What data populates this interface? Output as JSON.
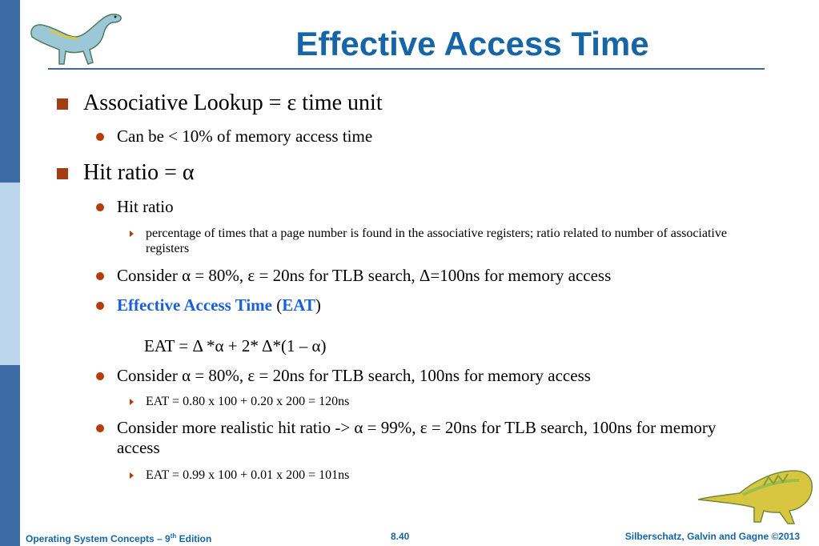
{
  "title": "Effective Access Time",
  "items": {
    "b1": "Associative Lookup = ε time unit",
    "b1_s1": "Can be < 10% of memory access time",
    "b2": "Hit ratio = α",
    "b2_s1": "Hit ratio",
    "b2_s1_t1": "percentage of times that a page number is found in the associative registers; ratio related to number of associative registers",
    "b2_s2": "Consider α = 80%, ε = 20ns for TLB search, Δ=100ns for memory access",
    "b2_s3_bold": "Effective Access Time",
    "b2_s3_open": " (",
    "b2_s3_abbr": "EAT",
    "b2_s3_close": ")",
    "formula": "EAT = Δ *α + 2* Δ*(1 – α)",
    "b2_s4": " Consider α = 80%, ε = 20ns for TLB search, 100ns for memory access",
    "b2_s4_t1": "EAT = 0.80 x 100 + 0.20 x 200 = 120ns",
    "b2_s5": "Consider more realistic hit ratio ->  α = 99%, ε = 20ns for TLB search, 100ns for memory access",
    "b2_s5_t1": "EAT = 0.99 x 100 + 0.01 x 200 = 101ns"
  },
  "footer": {
    "left_prefix": "Operating System Concepts – 9",
    "left_sup": "th",
    "left_suffix": " Edition",
    "center": "8.40",
    "right": "Silberschatz, Galvin and Gagne ©2013"
  },
  "colors": {
    "title": "#1565a7",
    "sidebar_dark": "#3c6aa4",
    "sidebar_light": "#bcd6ee",
    "bullet": "#a33d12",
    "highlight": "#1a5fd8"
  }
}
